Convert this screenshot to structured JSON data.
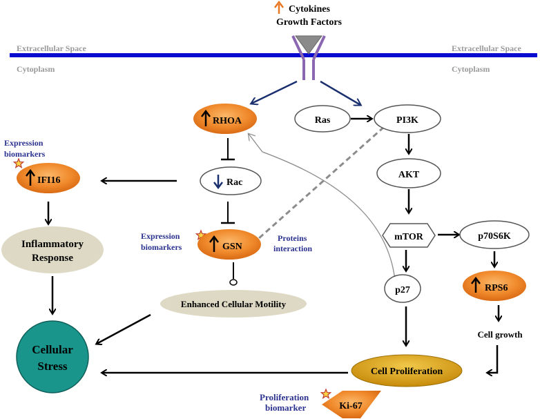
{
  "top_signal": {
    "line1": "Cytokines",
    "line2": "Growth Factors"
  },
  "membrane": {
    "extracellular_left": "Extracellular Space",
    "extracellular_right": "Extracellular Space",
    "cytoplasm_left": "Cytoplasm",
    "cytoplasm_right": "Cytoplasm"
  },
  "nodes": {
    "rhoa": "RHOA",
    "rac": "Rac",
    "ifi16": "IFI16",
    "gsn": "GSN",
    "ras": "Ras",
    "pi3k": "PI3K",
    "akt": "AKT",
    "mtor": "mTOR",
    "p70s6k": "p70S6K",
    "rps6": "RPS6",
    "p27": "p27",
    "inflammatory_line1": "Inflammatory",
    "inflammatory_line2": "Response",
    "motility": "Enhanced Cellular Motility",
    "stress_line1": "Cellular",
    "stress_line2": "Stress",
    "proliferation": "Cell Proliferation",
    "cell_growth": "Cell growth",
    "ki67": "Ki-67"
  },
  "annotations": {
    "expr_ifi16_line1": "Expression",
    "expr_ifi16_line2": "biomarkers",
    "expr_gsn_line1": "Expression",
    "expr_gsn_line2": "biomarkers",
    "proteins_line1": "Proteins",
    "proteins_line2": "interaction",
    "prolif_line1": "Proliferation",
    "prolif_line2": "biomarker"
  },
  "colors": {
    "membrane": "#0a0ad0",
    "arrow_navy": "#1a2f6e",
    "orange_node": "#ee7d22",
    "beige_node": "#ddd9c4",
    "stress_node": "#1a958c",
    "gold_node": "#d89c10",
    "annotation_blue": "#2b3290",
    "receptor": "#8a67b0",
    "grey_label": "#9a9a9a"
  }
}
